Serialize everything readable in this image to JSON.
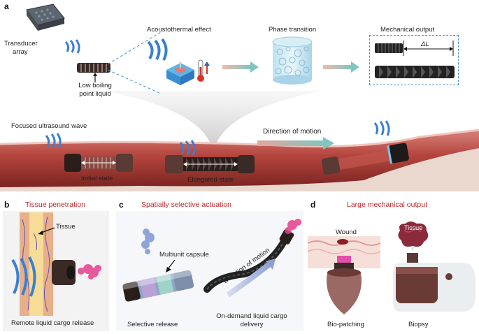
{
  "panel_a": {
    "letter": "a",
    "transducer_label_line1": "Transducer",
    "transducer_label_line2": "array",
    "liquid_label_line1": "Low boiling",
    "liquid_label_line2": "point liquid",
    "acoustothermal_label": "Acoustothermal effect",
    "phase_label": "Phase transition",
    "mechanical_label": "Mechanical output",
    "delta_label": "ΔL",
    "focused_label": "Focused ultrasound wave",
    "direction_label": "Direction of motion",
    "initial_label": "Initial state",
    "elongated_label": "Elongated state"
  },
  "panel_b": {
    "letter": "b",
    "title": "Tissue penetration",
    "tissue_label": "Tissue",
    "caption": "Remote liquid cargo release"
  },
  "panel_c": {
    "letter": "c",
    "title": "Spatially selective actuation",
    "capsule_label": "Multiunit capsule",
    "direction_label": "Direction of motion",
    "caption_left": "Selective release",
    "caption_right_line1": "On-demand liquid cargo",
    "caption_right_line2": "delivery"
  },
  "panel_d": {
    "letter": "d",
    "title": "Large mechanical output",
    "wound_label": "Wound",
    "tissue_label": "Tissue",
    "caption_left": "Bio-patching",
    "caption_right": "Biopsy"
  },
  "colors": {
    "title_red": "#c0262b",
    "wave_blue": "#3b7fd0",
    "vessel_red": "#b4443d",
    "capsule_dark": "#3a2a26",
    "arrow_teal": "#7fc6c0",
    "dashed_blue": "#4a8fd0"
  }
}
